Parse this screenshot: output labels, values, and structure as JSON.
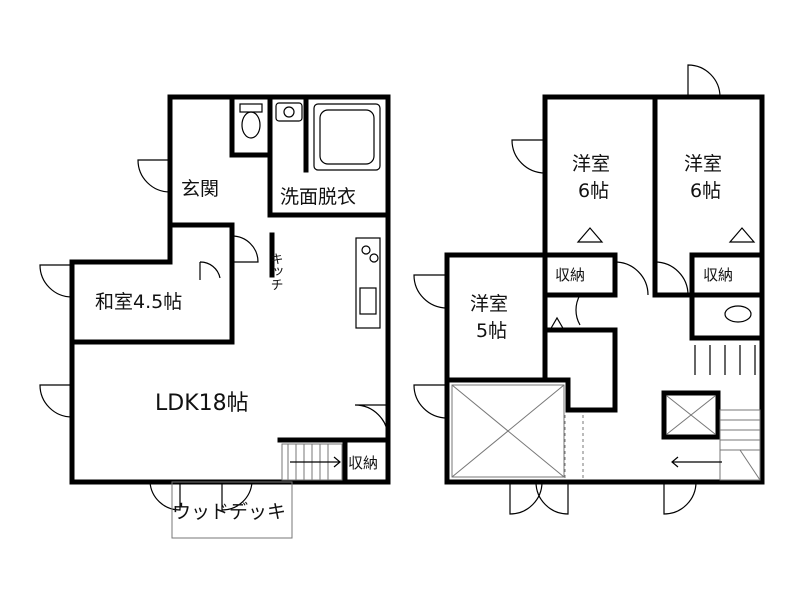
{
  "floor1": {
    "entrance": "玄関",
    "washroom": "洗面脱衣",
    "kitchen": "キッチ",
    "japanese_room": "和室4.5帖",
    "ldk": "LDK18帖",
    "storage": "収納",
    "deck": "ウッドデッキ"
  },
  "floor2": {
    "room_a_line1": "洋室",
    "room_a_line2": "6帖",
    "room_b_line1": "洋室",
    "room_b_line2": "6帖",
    "room_c_line1": "洋室",
    "room_c_line2": "5帖",
    "storage_a": "収納",
    "storage_b": "収納"
  }
}
